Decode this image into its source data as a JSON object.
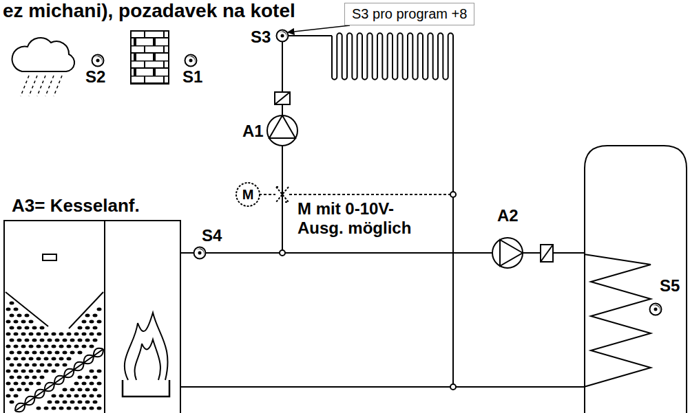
{
  "diagram": {
    "title": "ez michani), pozadavek na kotel",
    "nodes": [
      {
        "text": [
          "S3 pro program +8"
        ]
      },
      {
        "text": [
          "A3= Kesselanf."
        ]
      },
      {
        "text": [
          "S5"
        ]
      }
    ],
    "edges": [
      {
        "from": 1,
        "to": 2,
        "arrow": "none"
      },
      {
        "from": 1,
        "to": 2,
        "arrow": "none"
      }
    ],
    "labels": [
      "S3",
      "S2",
      "S1",
      "A1",
      "M",
      "M mit 0-10V- Ausg. möglich",
      "S4",
      "A2"
    ]
  }
}
